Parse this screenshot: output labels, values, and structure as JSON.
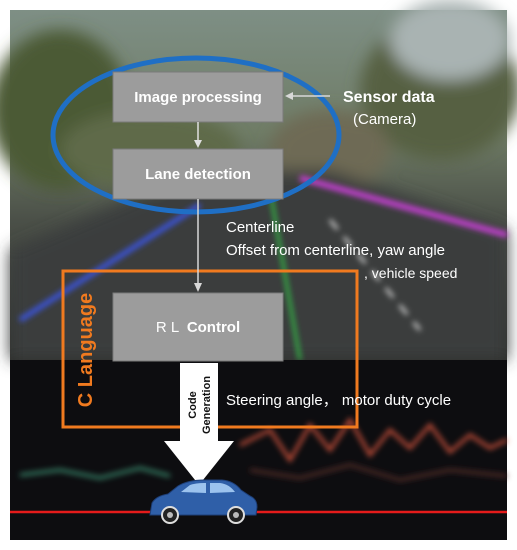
{
  "blocks": {
    "image_processing": "Image processing",
    "lane_detection": "Lane detection",
    "rl_control_prefix": "R L",
    "rl_control_suffix": "Control"
  },
  "sensor": {
    "title": "Sensor data",
    "subtitle": "(Camera)"
  },
  "signals": {
    "line1": "Centerline",
    "line2": "Offset from centerline, yaw angle",
    "line3": ", vehicle speed",
    "output": "Steering angle， motor duty cycle"
  },
  "language_label": "C Language",
  "code_generation": {
    "line1": "Code",
    "line2": "Generation"
  },
  "colors": {
    "ellipse_accent": "#1f6fc5",
    "language_frame": "#f07a1f",
    "baseline": "#e51b1b",
    "vehicle_body": "#2f5fa8",
    "box_fill": "#9c9c9c"
  },
  "icons": [
    "car-icon",
    "down-arrow-icon"
  ]
}
